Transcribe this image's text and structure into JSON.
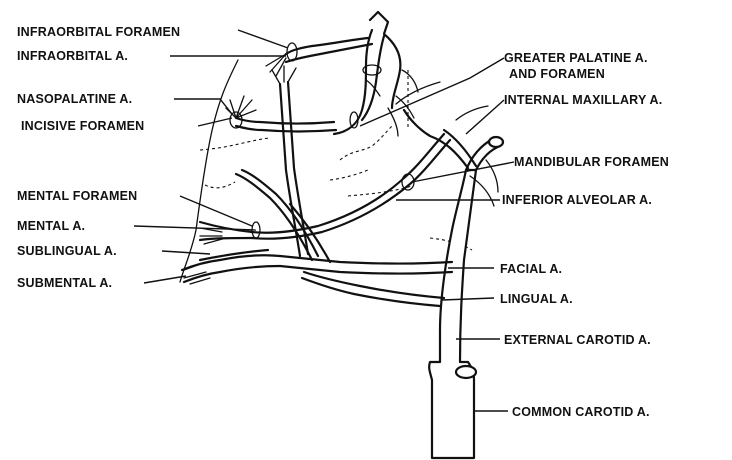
{
  "labels": {
    "infraorbital_foramen": "INFRAORBITAL FORAMEN",
    "infraorbital_a": "INFRAORBITAL A.",
    "nasopalatine_a": "NASOPALATINE A.",
    "incisive_foramen": "INCISIVE FORAMEN",
    "mental_foramen": "MENTAL FORAMEN",
    "mental_a": "MENTAL A.",
    "sublingual_a": "SUBLINGUAL A.",
    "submental_a": "SUBMENTAL A.",
    "greater_palatine_line1": "GREATER PALATINE A.",
    "greater_palatine_line2": "AND FORAMEN",
    "internal_maxillary_a": "INTERNAL MAXILLARY A.",
    "mandibular_foramen": "MANDIBULAR FORAMEN",
    "inferior_alveolar_a": "INFERIOR ALVEOLAR A.",
    "facial_a": "FACIAL  A.",
    "lingual_a": "LINGUAL A.",
    "external_carotid_a": "EXTERNAL CAROTID A.",
    "common_carotid_a": "COMMON CAROTID A."
  }
}
